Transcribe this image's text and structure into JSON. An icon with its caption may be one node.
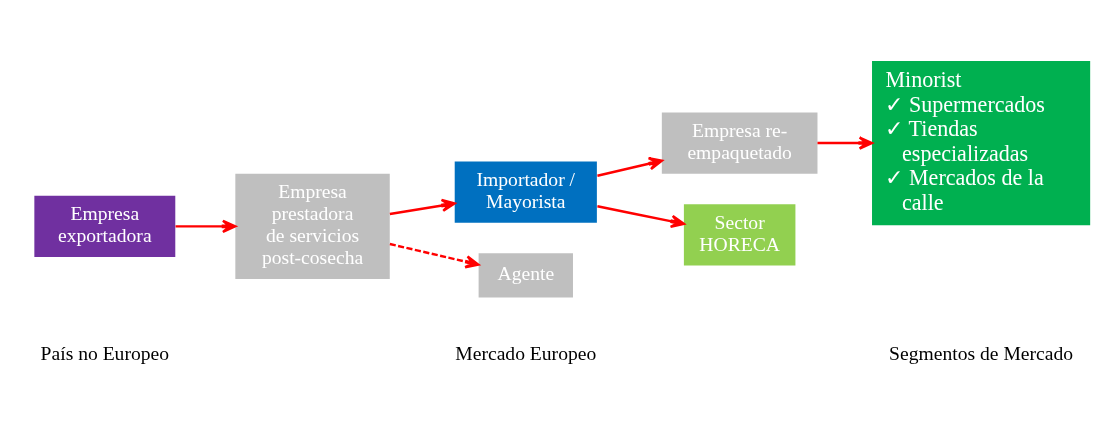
{
  "diagram": {
    "nodes": [
      {
        "text": [
          "Empresa exportadora"
        ]
      },
      {
        "text": [
          "Empresa prestadora de servicios post-cosecha"
        ]
      },
      {
        "text": [
          "Importador / Mayorista"
        ]
      },
      {
        "text": [
          "Agente"
        ]
      },
      {
        "text": [
          "Empresa re-empaquetado"
        ]
      },
      {
        "text": [
          "Minorist",
          "✓ Supermercados",
          "✓ Tiendas especializadas",
          "✓ Mercados de la calle"
        ]
      },
      {
        "text": [
          "Sector HORECA"
        ]
      }
    ],
    "edges": [
      {
        "from": 0,
        "to": 1,
        "arrow": "to"
      },
      {
        "from": 1,
        "to": 2,
        "arrow": "to"
      },
      {
        "from": 1,
        "to": 3,
        "arrow": "to",
        "style": "dashed"
      },
      {
        "from": 2,
        "to": 4,
        "arrow": "to"
      },
      {
        "from": 4,
        "to": 5,
        "arrow": "to"
      },
      {
        "from": 2,
        "to": 6,
        "arrow": "to"
      }
    ],
    "labels": [
      "País no Europeo",
      "Mercado Europeo",
      "Segmentos de Mercado"
    ]
  }
}
